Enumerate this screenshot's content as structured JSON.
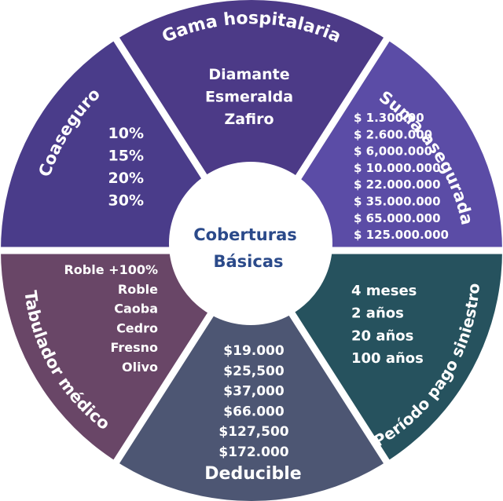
{
  "center": {
    "line1": "Coberturas",
    "line2": "Básicas"
  },
  "colors": {
    "gama": "#4c3a87",
    "suma": "#5b4ca6",
    "periodo": "#26525e",
    "deducible": "#4d5673",
    "tabulador": "#694667",
    "coaseguro": "#4a3c8a",
    "center_text": "#2b4a8a"
  },
  "segments": {
    "gama": {
      "title": "Gama hospitalaria",
      "items": [
        "Diamante",
        "Esmeralda",
        "Zafiro"
      ]
    },
    "suma": {
      "title": "Suma asegurada",
      "items": [
        "$ 1.300.00",
        "$ 2.600.000",
        "$ 6,000.000",
        "$ 10.000.000",
        "$ 22.000.000",
        "$ 35.000.000",
        "$ 65.000.000",
        "$ 125.000.000"
      ]
    },
    "periodo": {
      "title": "Período pago siniestro",
      "items": [
        "4 meses",
        "2 años",
        "20 años",
        "100 años"
      ]
    },
    "deducible": {
      "title": "Deducible",
      "items": [
        "$19.000",
        "$25,500",
        "$37,000",
        "$66.000",
        "$127,500",
        "$172.000"
      ]
    },
    "tabulador": {
      "title": "Tabulador médico",
      "items": [
        "Roble +100%",
        "Roble",
        "Caoba",
        "Cedro",
        "Fresno",
        "Olivo"
      ]
    },
    "coaseguro": {
      "title": "Coaseguro",
      "items": [
        "10%",
        "15%",
        "20%",
        "30%"
      ]
    }
  }
}
